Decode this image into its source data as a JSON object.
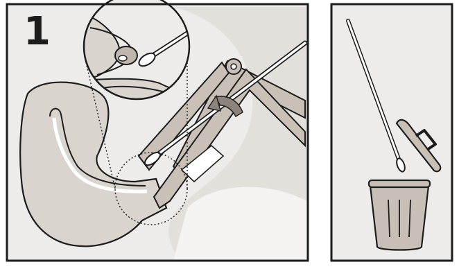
{
  "panels": [
    {
      "step_number": "1",
      "description_name": "speculum-swab-procedure"
    },
    {
      "description_name": "swab-disposal"
    }
  ],
  "colors": {
    "background": "#eeecea",
    "tissue": "#d9d4ce",
    "tissue_dark": "#bfb7ae",
    "outline": "#1c1c1c",
    "metal": "#c9c1b8",
    "white": "#ffffff",
    "bin": "#c8c0b6"
  }
}
